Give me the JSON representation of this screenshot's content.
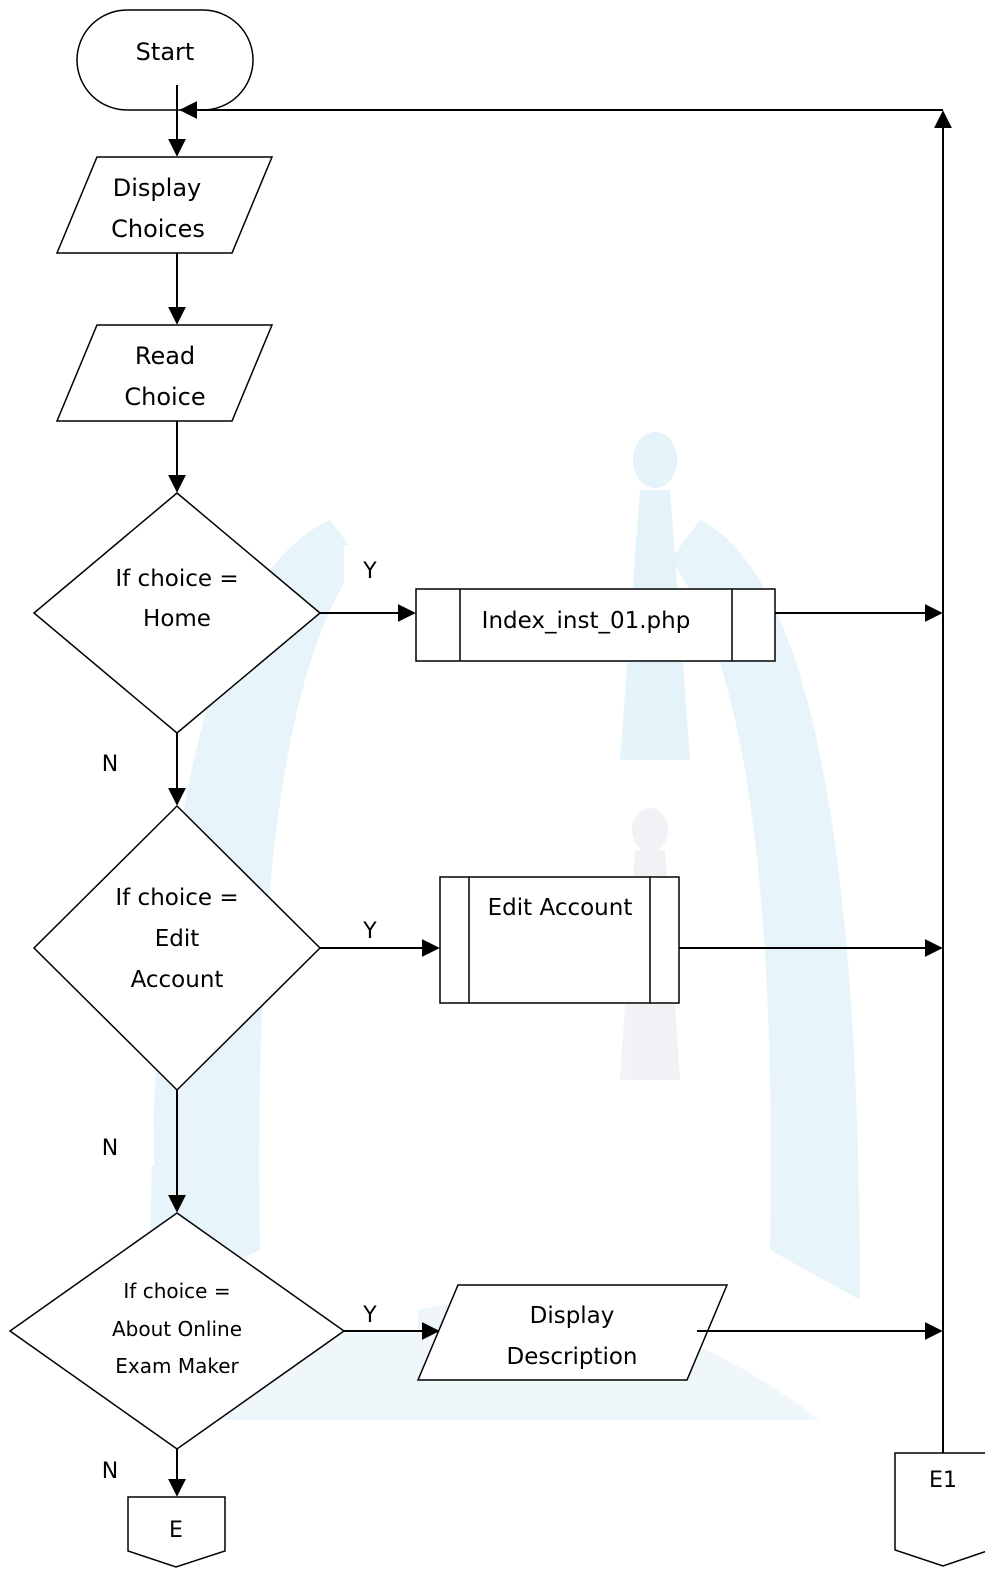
{
  "flowchart": {
    "start": "Start",
    "display_choices": [
      "Display",
      "Choices"
    ],
    "read_choice": [
      "Read",
      "Choice"
    ],
    "decision_home": [
      "If choice =",
      "Home"
    ],
    "decision_edit": [
      "If choice =",
      "Edit",
      "Account"
    ],
    "decision_about": [
      "If choice =",
      "About Online",
      "Exam Maker"
    ],
    "process_index": "Index_inst_01.php",
    "process_edit": "Edit Account",
    "display_description": [
      "Display",
      "Description"
    ],
    "yes": "Y",
    "no": "N",
    "connector_e": "E",
    "connector_e1": "E1"
  },
  "colors": {
    "line": "#000000",
    "watermark": "#cfe9f5"
  }
}
